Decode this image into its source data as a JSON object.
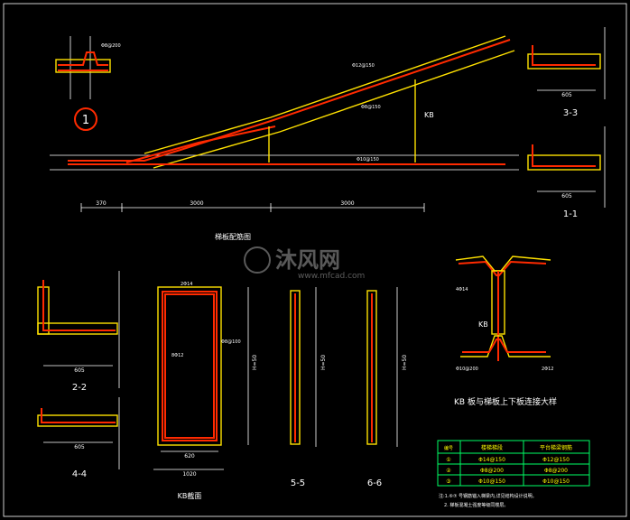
{
  "colors": {
    "background": "#000000",
    "rebar": "#ff2a00",
    "concrete": "#ffe100",
    "dimension": "#ffffff",
    "table_border": "#00ff66",
    "table_text": "#ffff00"
  },
  "labels": {
    "section_3_3": "3-3",
    "section_1_1": "1-1",
    "section_2_2": "2-2",
    "section_4_4": "4-4",
    "section_5_5": "5-5",
    "section_6_6": "6-6",
    "detail_1": "1",
    "kb": "KB",
    "kb_section": "KB截面",
    "stair_plan_title": "梯板配筋图",
    "kb_connection_title": "KB 板与梯板上下板连接大样"
  },
  "dimensions": {
    "d370": "370",
    "d3000a": "3000",
    "d3000b": "3000",
    "d605_33": "605",
    "d605_11": "605",
    "d605_22": "605",
    "d605_44": "605",
    "d620": "620",
    "d1020": "1020",
    "h_kb": "H=50",
    "h55": "H=50",
    "h66": "H=50"
  },
  "rebar_notes": {
    "r1": "Φ8@200",
    "r2": "Φ12@150",
    "r3": "Φ8@150",
    "r4": "Φ10@150",
    "r5": "2Φ14",
    "r6": "Φ8@100",
    "r7": "8Φ12",
    "r8": "4Φ14",
    "r9": "2Φ12",
    "r10": "Φ10@200"
  },
  "watermark": {
    "brand": "沐风网",
    "url": "www.mfcad.com"
  },
  "table": {
    "headers": [
      "编号",
      "楼梯梯段",
      "平台梯梁钢筋"
    ],
    "rows": [
      [
        "①",
        "Φ14@150",
        "Φ12@150"
      ],
      [
        "②",
        "Φ8@200",
        "Φ8@200"
      ],
      [
        "③",
        "Φ10@150",
        "Φ10@150"
      ]
    ]
  },
  "notes": {
    "n1": "注:1.⑥⑦ 号钢筋锚入梯梁内,详见结构设计说明。",
    "n2": "2. 梯板混凝土强度等级同楼层。"
  }
}
